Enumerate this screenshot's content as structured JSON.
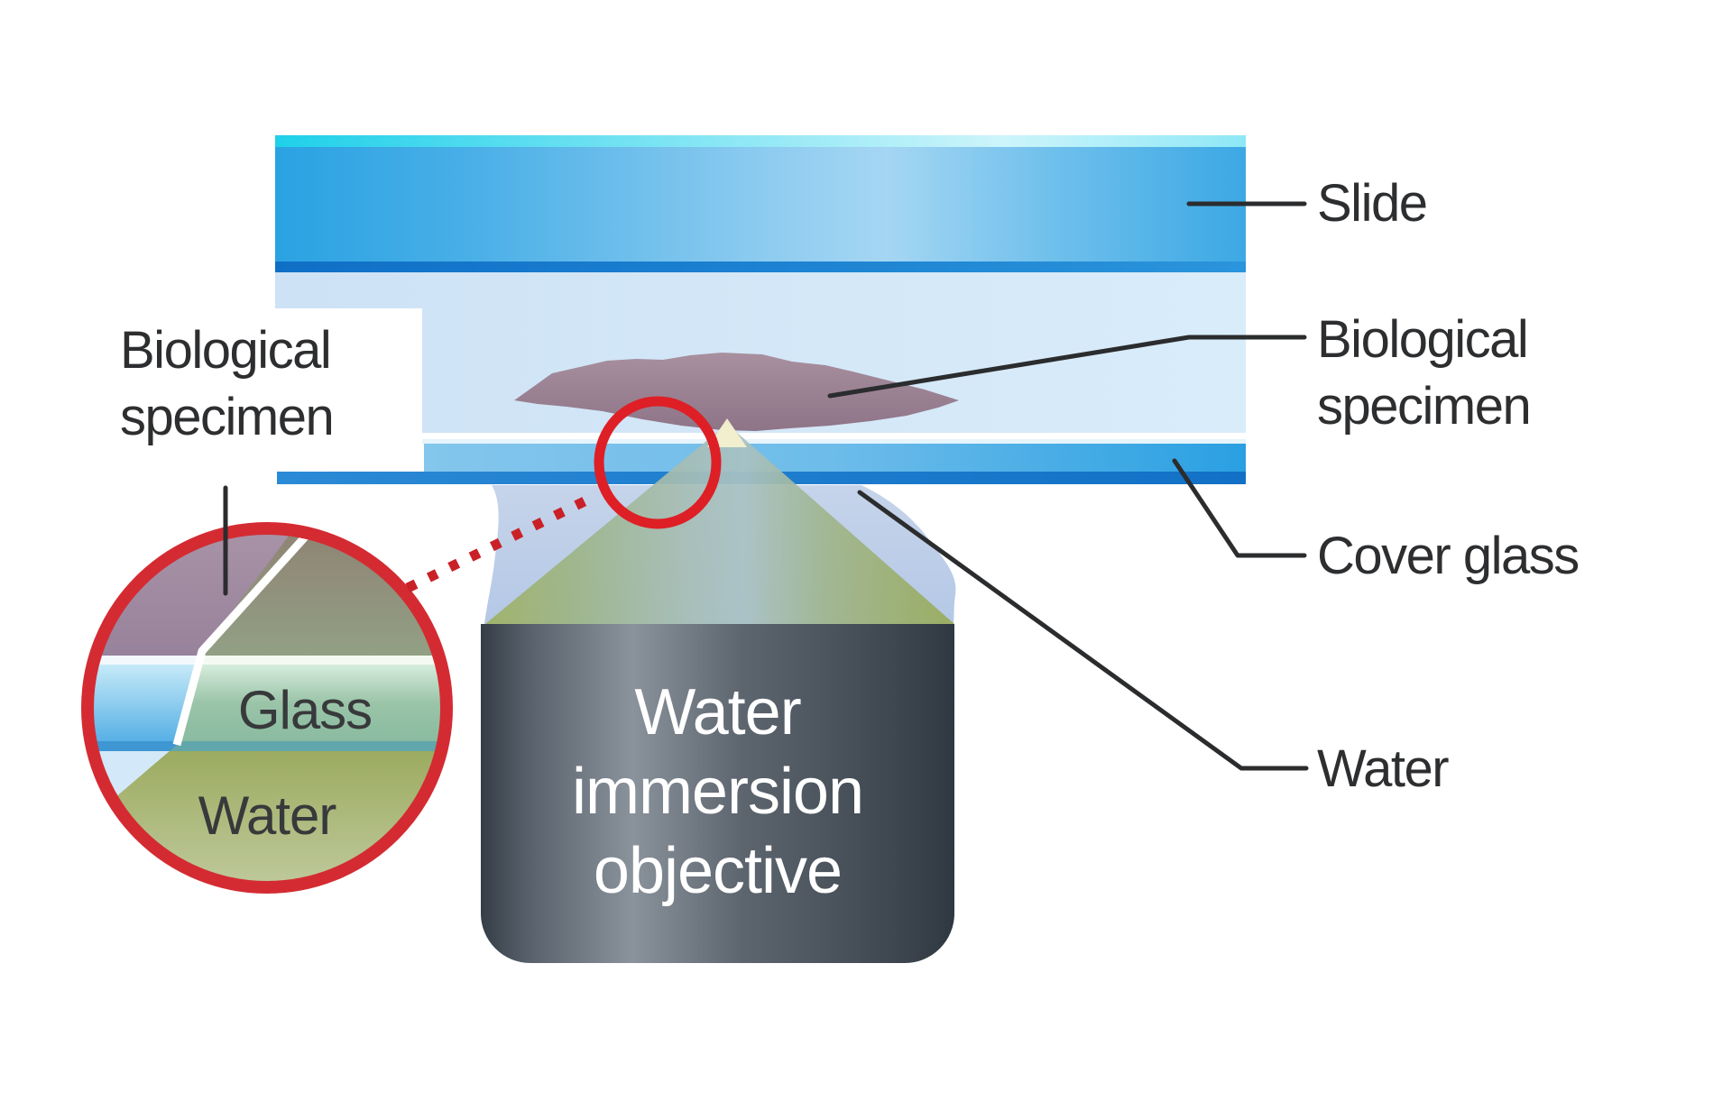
{
  "labels": {
    "specimen_left_line1": "Biological",
    "specimen_left_line2": "specimen",
    "slide": "Slide",
    "specimen_right_line1": "Biological",
    "specimen_right_line2": "specimen",
    "cover_glass": "Cover glass",
    "water": "Water"
  },
  "inset": {
    "glass_label": "Glass",
    "water_label": "Water"
  },
  "objective": {
    "line1": "Water",
    "line2": "immersion",
    "line3": "objective"
  },
  "colors": {
    "slide_blue": "#2aa2e2",
    "slide_top_cyan": "#1fd0e9",
    "slide_bottom_line": "#0f6fc6",
    "mounting_medium": "#cde2f5",
    "cover_glass_blue": "#6dbcea",
    "cover_glass_stripe": "#1270c6",
    "specimen_mauve": "#9b8495",
    "water_blob": "#bdcfe9",
    "light_cone_olive": "#9db063",
    "objective_gray": "#58616b",
    "highlight_red": "#d42b32",
    "callout_black": "#2b2c2e",
    "inset_glass_green": "#8abba0",
    "inset_water_olive": "#9cab60"
  }
}
